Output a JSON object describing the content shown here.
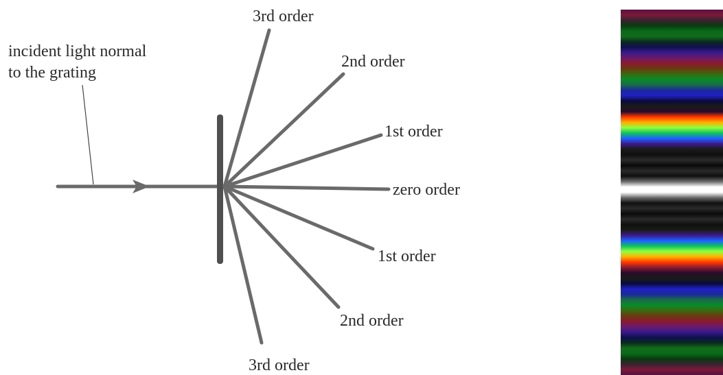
{
  "diagram": {
    "incident_label": [
      "incident light normal",
      "to the grating"
    ],
    "orders": [
      {
        "key": "top-3rd",
        "label": "3rd order"
      },
      {
        "key": "top-2nd",
        "label": "2nd order"
      },
      {
        "key": "top-1st",
        "label": "1st order"
      },
      {
        "key": "zero",
        "label": "zero order"
      },
      {
        "key": "bottom-1st",
        "label": "1st order"
      },
      {
        "key": "bottom-2nd",
        "label": "2nd order"
      },
      {
        "key": "bottom-3rd",
        "label": "3rd order"
      }
    ],
    "colors": {
      "ray": "#6a6a6a",
      "grating": "#505050",
      "text": "#2a2a2a"
    }
  },
  "spectrum": {
    "bands": [
      "#5a1040",
      "#7a1a3a",
      "#3a2230",
      "#0a3a10",
      "#0a6a1a",
      "#136b1b",
      "#0a2a20",
      "#101050",
      "#3a1a8a",
      "#6a1a6a",
      "#8a1a30",
      "#6a3a10",
      "#3a6a10",
      "#0a8a2a",
      "#1a6a4a",
      "#1a2a9a",
      "#2020c0",
      "#0a0a40",
      "#1a1a1a",
      "#2a0a2a",
      "#ff3a00",
      "#ffb000",
      "#90ff40",
      "#10c060",
      "#2060ff",
      "#3a1a8a",
      "#1a1a1a",
      "#101010",
      "#2a2a2a",
      "#0a0a0a",
      "#2a2a2a",
      "#101010",
      "#6a6a6a",
      "#ffffff",
      "#ffffff",
      "#6a6a6a",
      "#101010",
      "#2a2a2a",
      "#0a0a0a",
      "#2a2a2a",
      "#101010",
      "#1a1a1a",
      "#3a1a8a",
      "#2060ff",
      "#10c060",
      "#90ff40",
      "#ffb000",
      "#ff3a00",
      "#8a1a30",
      "#2a0a2a",
      "#1a1a1a",
      "#0a0a40",
      "#2020c0",
      "#1a2a9a",
      "#1a6a4a",
      "#0a8a2a",
      "#3a6a10",
      "#6a3a10",
      "#8a1a30",
      "#6a1a6a",
      "#3a1a8a",
      "#101050",
      "#0a2a20",
      "#136b1b",
      "#0a6a1a",
      "#0a3a10",
      "#3a2230",
      "#7a1a3a",
      "#5a1040"
    ]
  }
}
